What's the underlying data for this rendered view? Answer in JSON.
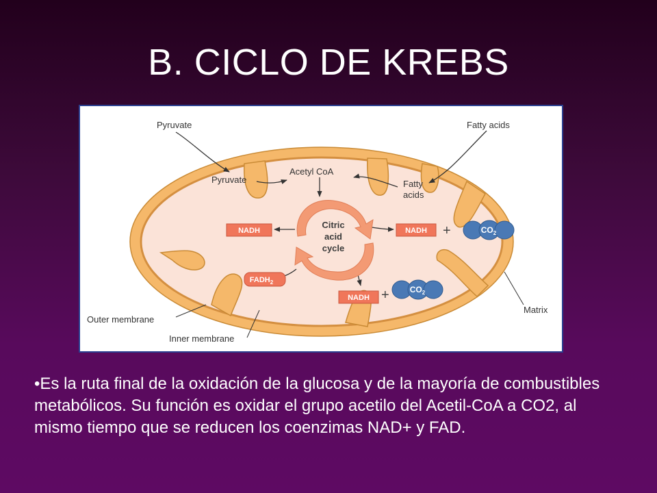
{
  "slide": {
    "title": "B. CICLO DE KREBS",
    "body": "•Es la ruta final de la oxidación de la glucosa y de la mayoría de combustibles metabólicos. Su función es oxidar el grupo acetilo del Acetil-CoA a CO2, al mismo tiempo que se reducen los coenzimas NAD+ y FAD."
  },
  "diagram": {
    "labels": {
      "pyruvate_outside": "Pyruvate",
      "fatty_acids_outside": "Fatty acids",
      "pyruvate_inside": "Pyruvate",
      "acetyl_coa": "Acetyl CoA",
      "fatty_inside_line1": "Fatty",
      "fatty_inside_line2": "acids",
      "cycle_line1": "Citric",
      "cycle_line2": "acid",
      "cycle_line3": "cycle",
      "outer_membrane": "Outer membrane",
      "inner_membrane": "Inner membrane",
      "matrix": "Matrix"
    },
    "boxes": {
      "nadh_left": "NADH",
      "nadh_right": "NADH",
      "fadh2": "FADH",
      "fadh2_sub": "2",
      "nadh_bottom": "NADH"
    },
    "co2": {
      "right": "CO",
      "right_sub": "2",
      "bottom": "CO",
      "bottom_sub": "2"
    },
    "plus_sign": "+",
    "colors": {
      "outer_membrane": "#f5b86a",
      "membrane_edge": "#c98a35",
      "matrix": "#fbe3d8",
      "cycle_arrow": "#f39a74",
      "product_box": "#f0765a",
      "co2_fill": "#4a79b5",
      "frame_border": "#2a3f8f"
    }
  }
}
